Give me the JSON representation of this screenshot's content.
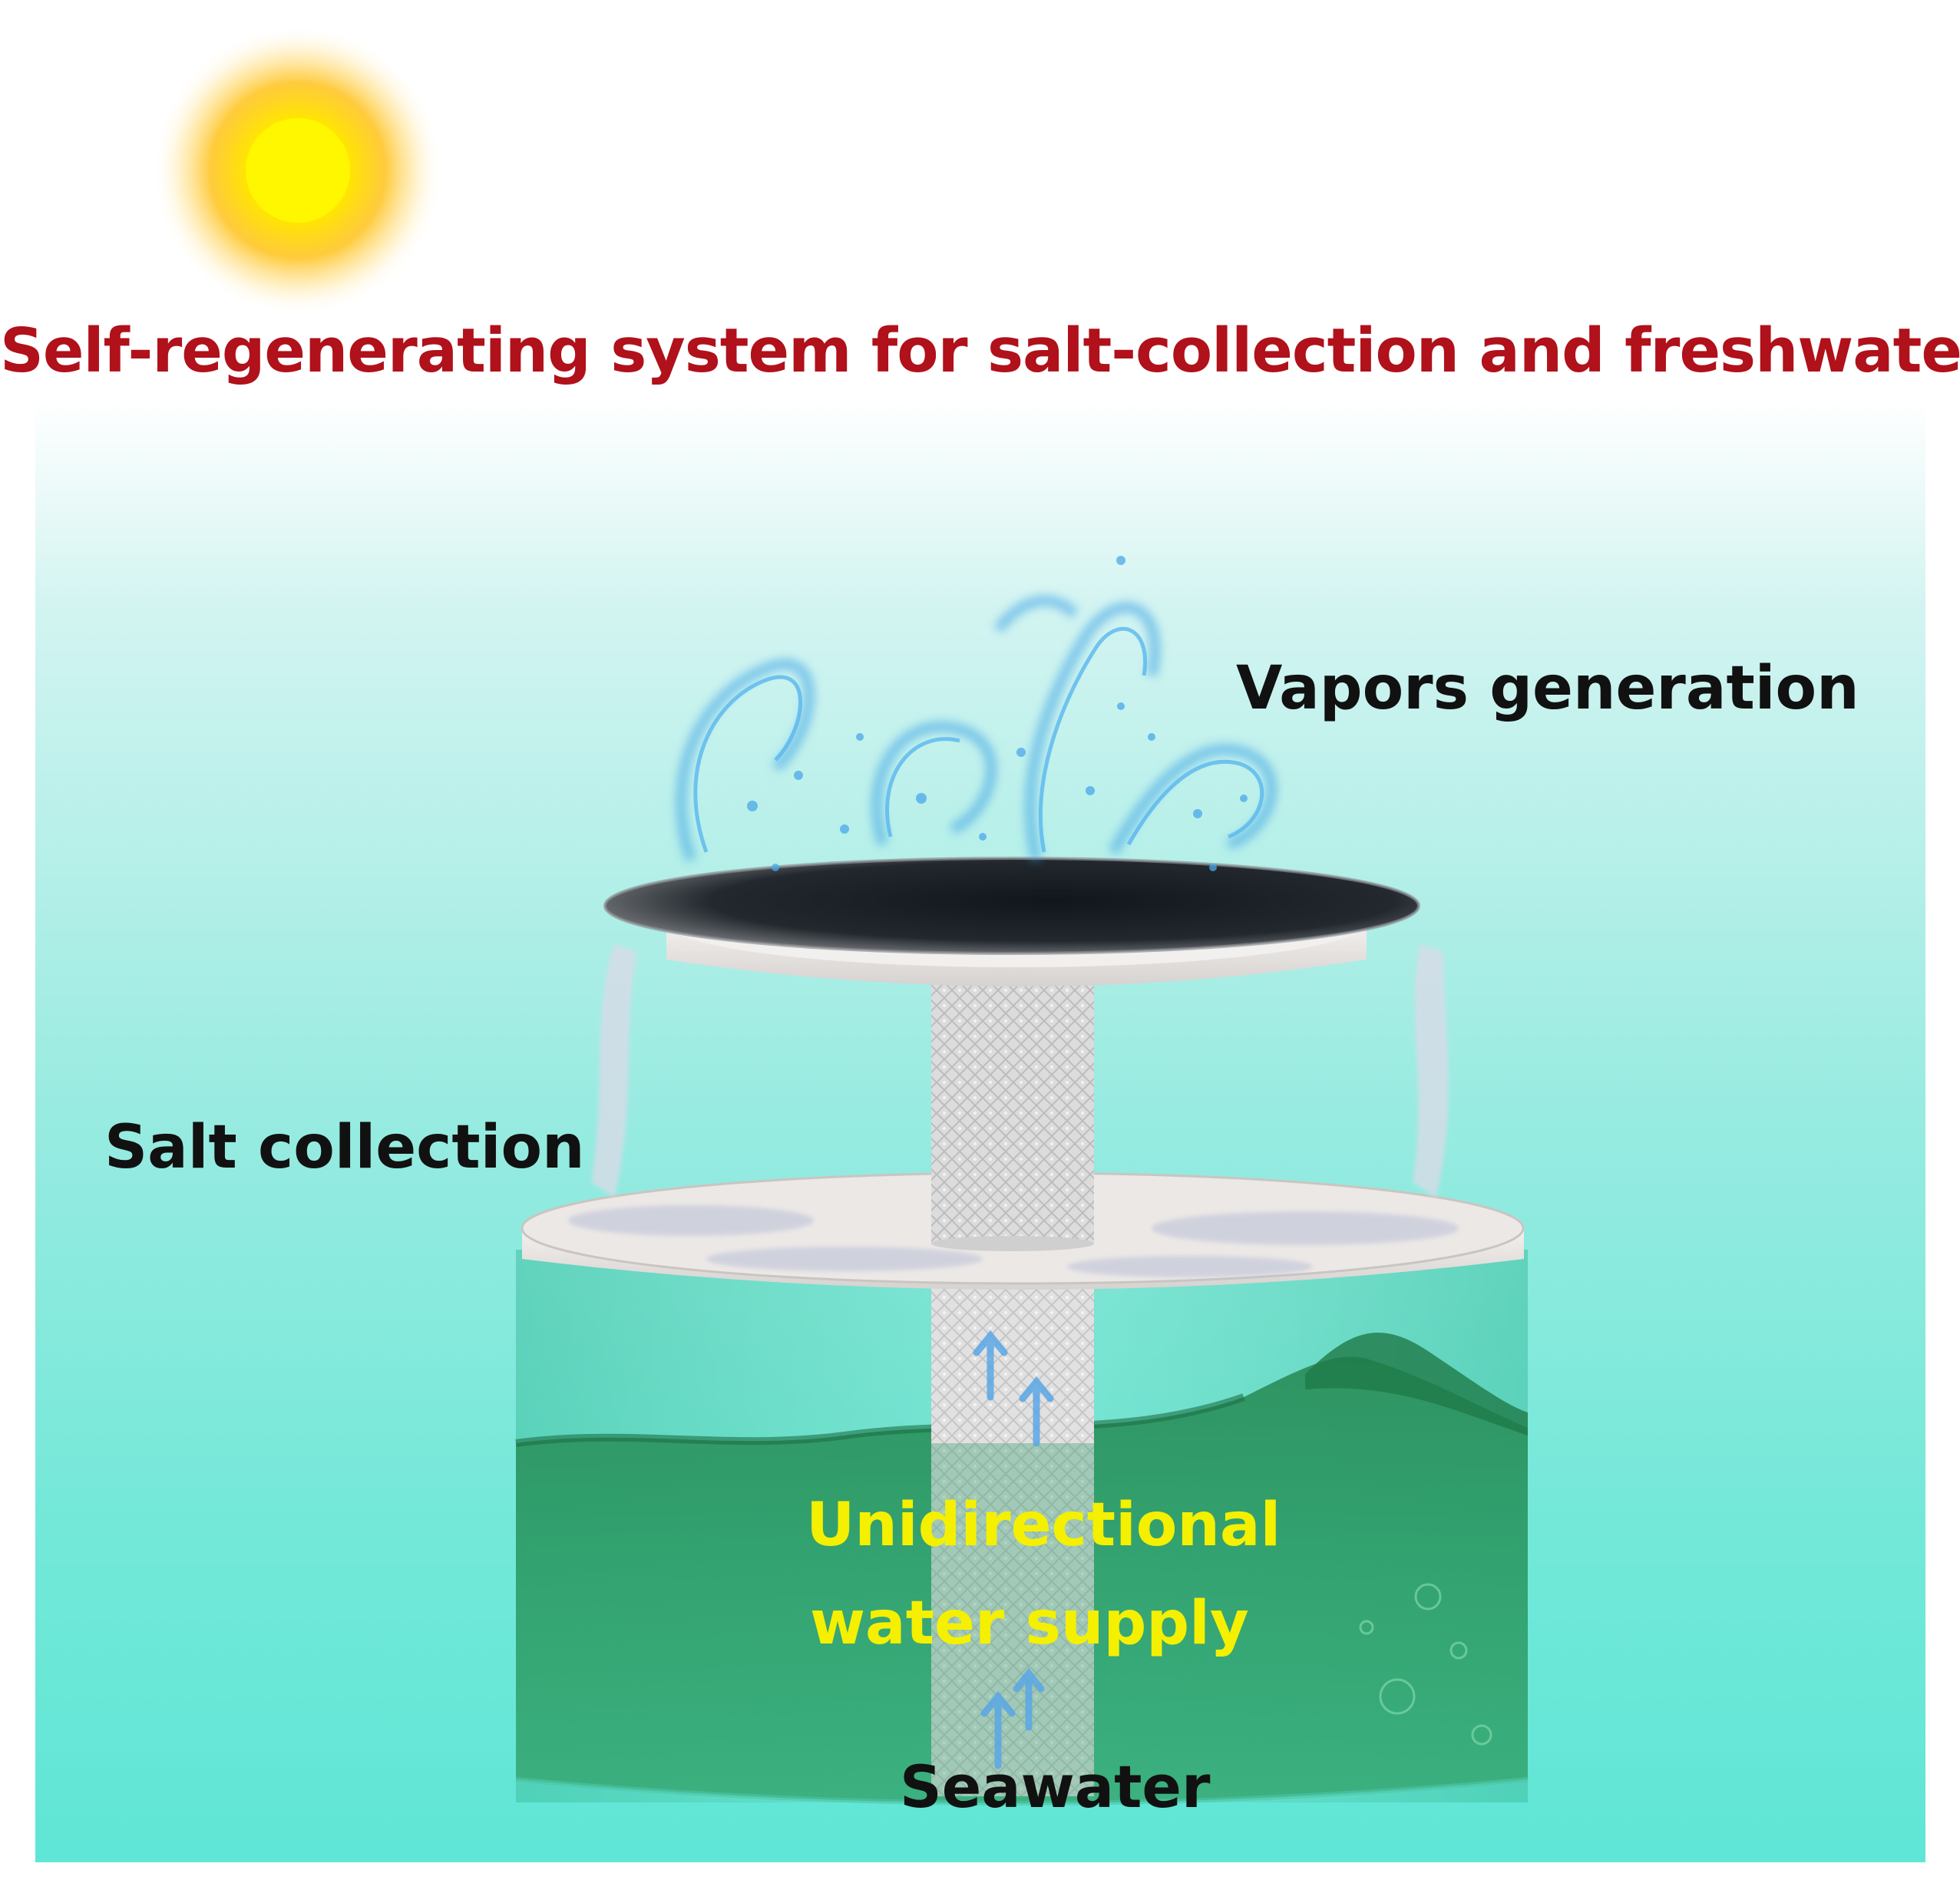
{
  "title": "Self-regenerating system for salt-collection and freshwater",
  "labels": {
    "vapors": "Vapors generation",
    "salt": "Salt collection",
    "supply_line1": "Unidirectional",
    "supply_line2": "water supply",
    "seawater": "Seawater"
  },
  "colors": {
    "title": "#b0111a",
    "label_dark": "#111111",
    "label_highlight": "#f4f000",
    "seawater": "#2f9e6a",
    "vapor": "#3aa0e6",
    "sun": "#ffe600"
  },
  "icons": {
    "sun": "sun-icon",
    "vapor": "vapor-plume-icon",
    "arrows": "upward-flow-arrows-icon"
  }
}
